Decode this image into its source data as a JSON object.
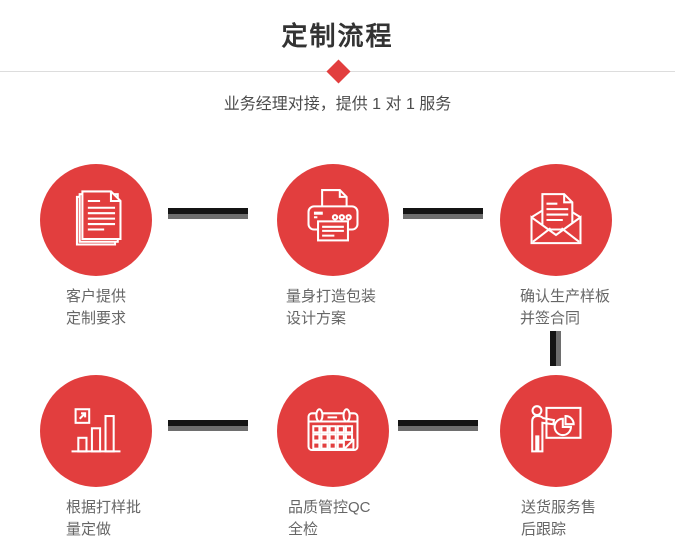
{
  "header": {
    "title": "定制流程",
    "subtitle": "业务经理对接，提供 1 对 1 服务"
  },
  "colors": {
    "accent": "#e23e3e",
    "bar_dark": "#141414",
    "bar_gray": "#6e6e6e",
    "title": "#333333",
    "subtitle": "#4c4c4c",
    "label": "#666666",
    "divider": "#dddddd"
  },
  "steps": [
    {
      "icon": "documents-icon",
      "lines": [
        "客户提供",
        "定制要求"
      ]
    },
    {
      "icon": "printer-icon",
      "lines": [
        "量身打造包装",
        "设计方案"
      ]
    },
    {
      "icon": "envelope-icon",
      "lines": [
        "确认生产样板",
        "并签合同"
      ]
    },
    {
      "icon": "bar-chart-icon",
      "lines": [
        "根据打样批",
        "量定做"
      ]
    },
    {
      "icon": "calendar-icon",
      "lines": [
        "品质管控QC",
        "全检"
      ]
    },
    {
      "icon": "presentation-icon",
      "lines": [
        "送货服务售",
        "后跟踪"
      ]
    }
  ]
}
